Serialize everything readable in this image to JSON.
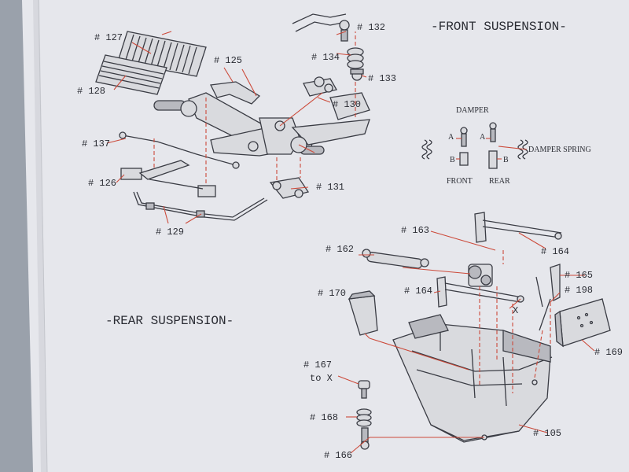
{
  "titles": {
    "front": "-FRONT SUSPENSION-",
    "rear": "-REAR SUSPENSION-"
  },
  "damper": {
    "heading": "DAMPER",
    "spring": "DAMPER SPRING",
    "a": "A",
    "b": "B",
    "front": "FRONT",
    "rear": "REAR"
  },
  "labels": {
    "p127": "# 127",
    "p128": "# 128",
    "p125": "# 125",
    "p132": "# 132",
    "p134": "# 134",
    "p133": "# 133",
    "p130": "# 130",
    "p137": "# 137",
    "p126": "# 126",
    "p131": "# 131",
    "p129": "# 129",
    "p163": "# 163",
    "p164a": "# 164",
    "p162": "# 162",
    "p165": "# 165",
    "p164b": "# 164",
    "p170": "# 170",
    "p198": "# 198",
    "x": "X",
    "p169": "# 169",
    "p167": "# 167",
    "to_x": "to X",
    "p168": "# 168",
    "p105": "# 105",
    "p166": "# 166"
  },
  "colors": {
    "paper": "#e6e7ec",
    "ink": "#3a3c44",
    "leader": "#cc4a3a",
    "background": "#9aa1ab"
  }
}
